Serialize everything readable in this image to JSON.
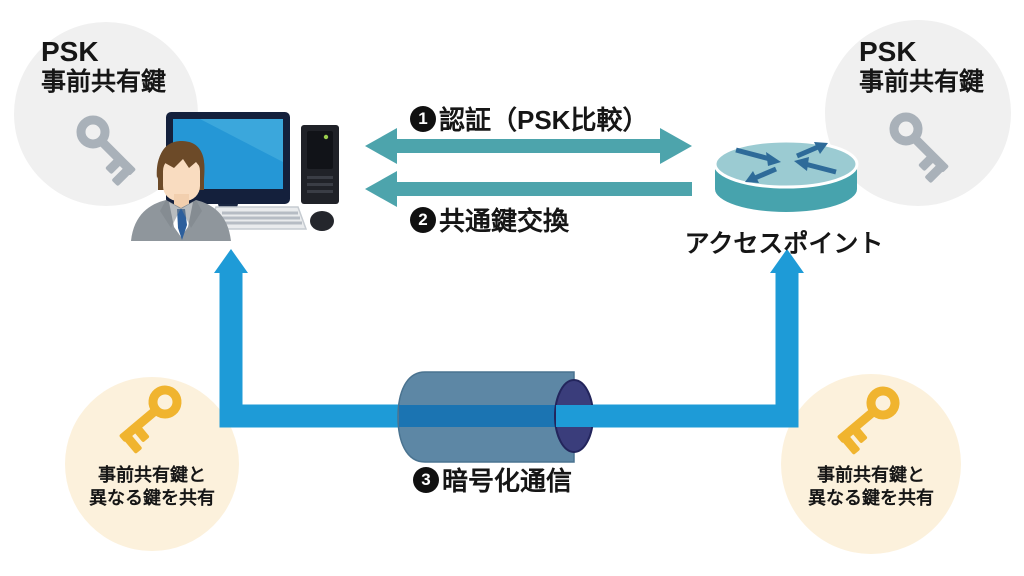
{
  "psk_top_left": {
    "title": "PSK",
    "subtitle": "事前共有鍵"
  },
  "psk_top_right": {
    "title": "PSK",
    "subtitle": "事前共有鍵"
  },
  "access_point": {
    "label": "アクセスポイント"
  },
  "steps": {
    "auth": {
      "badge": "1",
      "label": "認証（PSK比較）"
    },
    "key_exchange": {
      "badge": "2",
      "label": "共通鍵交換"
    },
    "encrypted": {
      "badge": "3",
      "label": "暗号化通信"
    }
  },
  "shared_key_bottom_left": {
    "line1": "事前共有鍵と",
    "line2": "異なる鍵を共有"
  },
  "shared_key_bottom_right": {
    "line1": "事前共有鍵と",
    "line2": "異なる鍵を共有"
  },
  "icons": {
    "gray_key": "key-icon",
    "gold_key": "key-icon",
    "router": "access-point-icon",
    "computer_user": "user-at-computer-icon",
    "tunnel": "encrypted-tunnel-icon"
  },
  "colors": {
    "teal_arrow": "#4DA4AC",
    "bright_blue": "#1E9BD7",
    "tunnel_body": "#5D87A5",
    "tunnel_end_navy": "#3A3D7B",
    "inner_line_blue": "#1B74B2",
    "circle_gray": "#F0F0F0",
    "circle_cream": "#FCF1DC",
    "key_gray": "#A9B1B9",
    "key_gold": "#F0B42F",
    "text_black": "#161616"
  }
}
